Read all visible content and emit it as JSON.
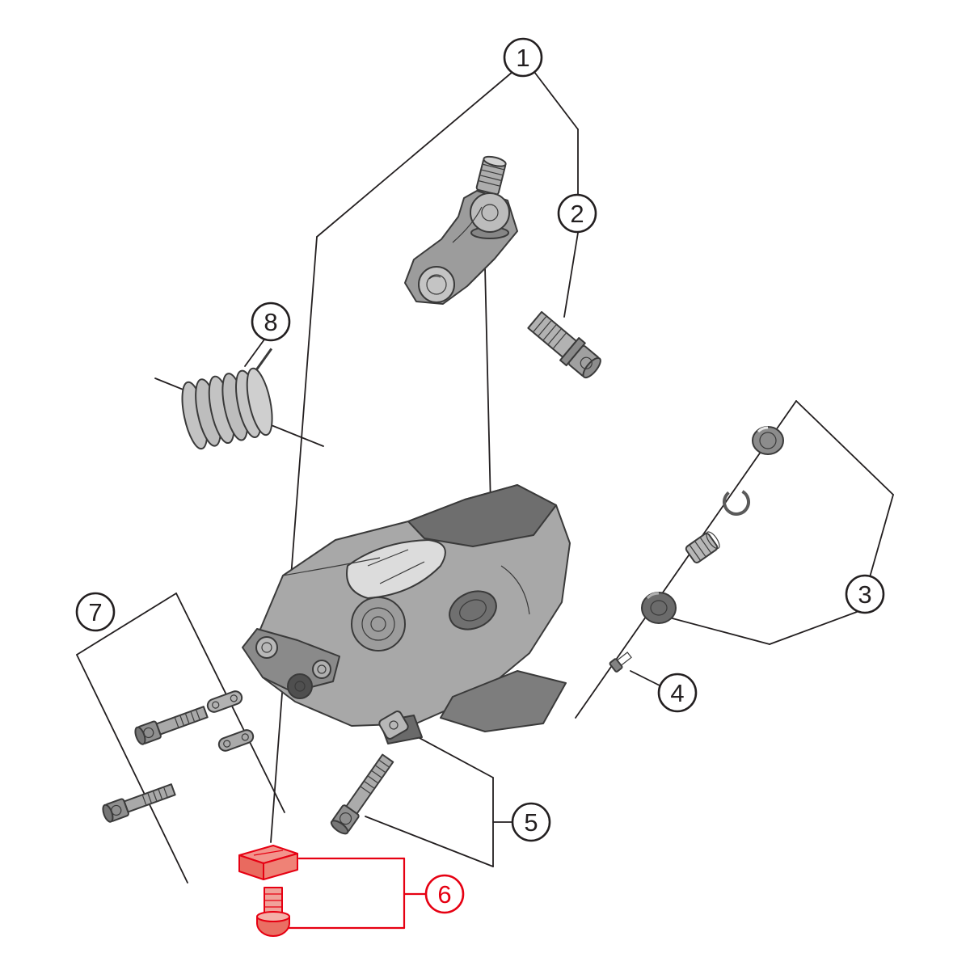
{
  "diagram": {
    "type": "exploded-parts-diagram",
    "colors": {
      "background": "#ffffff",
      "line": "#231f20",
      "highlight": "#e60012",
      "part_fill": "#9c9c9c",
      "part_light": "#c9c9c9",
      "part_dark": "#5a5a5a",
      "part_stroke": "#3a3a3a",
      "highlight_fill": "#f2948c"
    },
    "highlighted_callout": "6",
    "callouts": [
      {
        "id": 1,
        "label": "1",
        "highlighted": false
      },
      {
        "id": 2,
        "label": "2",
        "highlighted": false
      },
      {
        "id": 3,
        "label": "3",
        "highlighted": false
      },
      {
        "id": 4,
        "label": "4",
        "highlighted": false
      },
      {
        "id": 5,
        "label": "5",
        "highlighted": false
      },
      {
        "id": 6,
        "label": "6",
        "highlighted": true
      },
      {
        "id": 7,
        "label": "7",
        "highlighted": false
      },
      {
        "id": 8,
        "label": "8",
        "highlighted": false
      }
    ]
  }
}
